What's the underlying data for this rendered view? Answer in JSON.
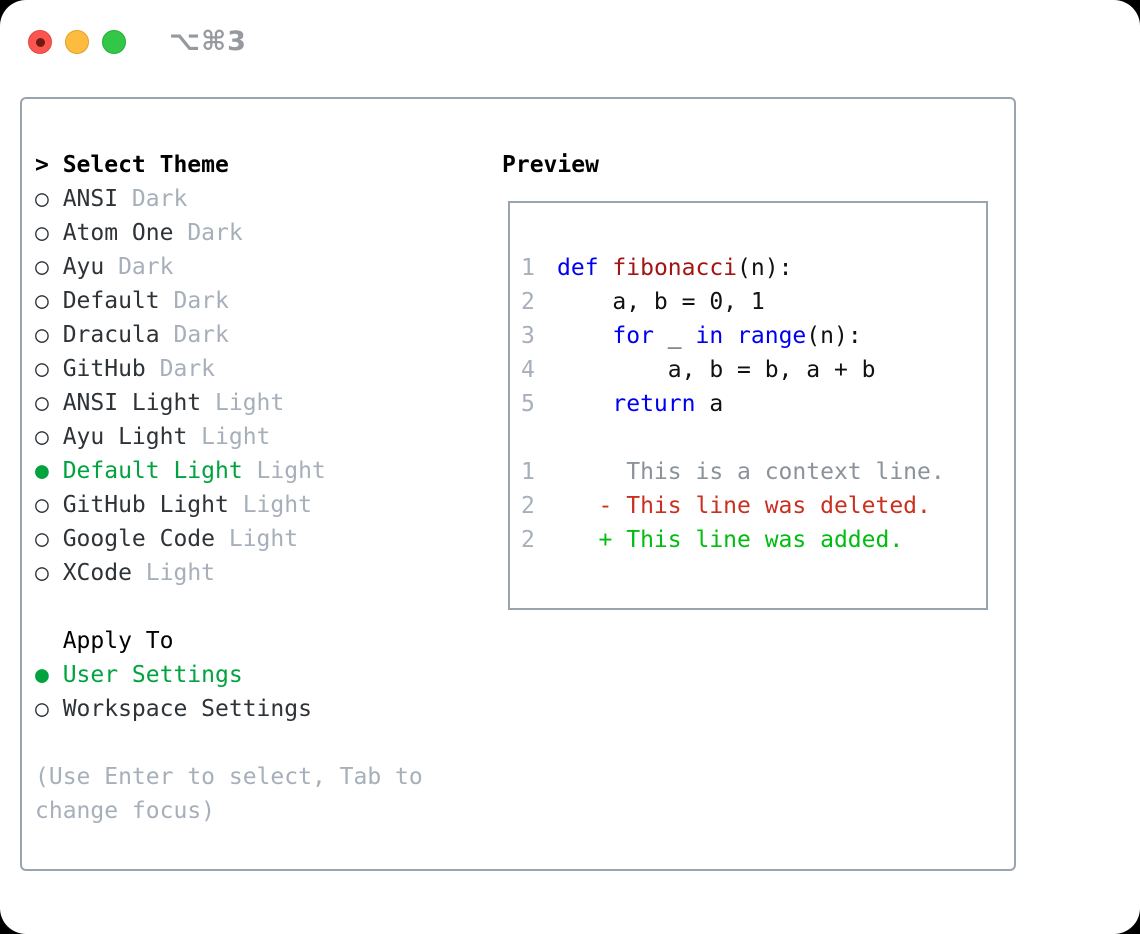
{
  "titlebar": {
    "title": "⌥⌘3"
  },
  "colors": {
    "traffic_red": "#fc544e",
    "traffic_red_border": "#df4744",
    "traffic_red_dot": "#701b10",
    "traffic_yellow": "#fdbc40",
    "traffic_yellow_border": "#dea123",
    "traffic_green": "#33c748",
    "traffic_green_border": "#1faf38",
    "border_gray": "#9aa4af",
    "text_dark": "#2e3338",
    "muted_gray": "#a6afba",
    "muted_gray2": "#96999e",
    "accent_green": "#00a33d",
    "keyword_blue": "#0000f0",
    "function_red": "#a31515",
    "context_gray": "#8b9299",
    "deleted_red": "#c9301f",
    "added_green": "#00bd0f"
  },
  "theme_list": {
    "cursor": ">",
    "title": "Select Theme",
    "items": [
      {
        "marker": "○",
        "name": "ANSI",
        "tag": "Dark",
        "selected": false
      },
      {
        "marker": "○",
        "name": "Atom One",
        "tag": "Dark",
        "selected": false
      },
      {
        "marker": "○",
        "name": "Ayu",
        "tag": "Dark",
        "selected": false
      },
      {
        "marker": "○",
        "name": "Default",
        "tag": "Dark",
        "selected": false
      },
      {
        "marker": "○",
        "name": "Dracula",
        "tag": "Dark",
        "selected": false
      },
      {
        "marker": "○",
        "name": "GitHub",
        "tag": "Dark",
        "selected": false
      },
      {
        "marker": "○",
        "name": "ANSI Light",
        "tag": "Light",
        "selected": false
      },
      {
        "marker": "○",
        "name": "Ayu Light",
        "tag": "Light",
        "selected": false
      },
      {
        "marker": "●",
        "name": "Default Light",
        "tag": "Light",
        "selected": true
      },
      {
        "marker": "○",
        "name": "GitHub Light",
        "tag": "Light",
        "selected": false
      },
      {
        "marker": "○",
        "name": "Google Code",
        "tag": "Light",
        "selected": false
      },
      {
        "marker": "○",
        "name": "XCode",
        "tag": "Light",
        "selected": false
      }
    ]
  },
  "apply_to": {
    "title": "Apply To",
    "options": [
      {
        "marker": "●",
        "label": "User Settings",
        "selected": true
      },
      {
        "marker": "○",
        "label": "Workspace Settings",
        "selected": false
      }
    ]
  },
  "hint": "(Use Enter to select, Tab to change focus)",
  "preview": {
    "title": "Preview",
    "lines": [
      {
        "num": "1",
        "segments": [
          {
            "text": "def",
            "style": "kw"
          },
          {
            "text": " ",
            "style": "plain"
          },
          {
            "text": "fibonacci",
            "style": "fn"
          },
          {
            "text": "(n):",
            "style": "plain"
          }
        ]
      },
      {
        "num": "2",
        "segments": [
          {
            "text": "    a, b = 0, 1",
            "style": "plain"
          }
        ]
      },
      {
        "num": "3",
        "segments": [
          {
            "text": "    ",
            "style": "plain"
          },
          {
            "text": "for",
            "style": "kw"
          },
          {
            "text": " _ ",
            "style": "plain"
          },
          {
            "text": "in",
            "style": "kw"
          },
          {
            "text": " ",
            "style": "plain"
          },
          {
            "text": "range",
            "style": "kw"
          },
          {
            "text": "(n):",
            "style": "plain"
          }
        ]
      },
      {
        "num": "4",
        "segments": [
          {
            "text": "        a, b = b, a + b",
            "style": "plain"
          }
        ]
      },
      {
        "num": "5",
        "segments": [
          {
            "text": "    ",
            "style": "plain"
          },
          {
            "text": "return",
            "style": "kw"
          },
          {
            "text": " a",
            "style": "plain"
          }
        ]
      },
      {
        "num": "",
        "segments": [
          {
            "text": "",
            "style": "plain"
          }
        ]
      },
      {
        "num": "1",
        "segments": [
          {
            "text": "     This is a context line.",
            "style": "ctx"
          }
        ]
      },
      {
        "num": "2",
        "segments": [
          {
            "text": "   - This line was deleted.",
            "style": "del"
          }
        ]
      },
      {
        "num": "2",
        "segments": [
          {
            "text": "   + This line was added.",
            "style": "add"
          }
        ]
      }
    ]
  }
}
